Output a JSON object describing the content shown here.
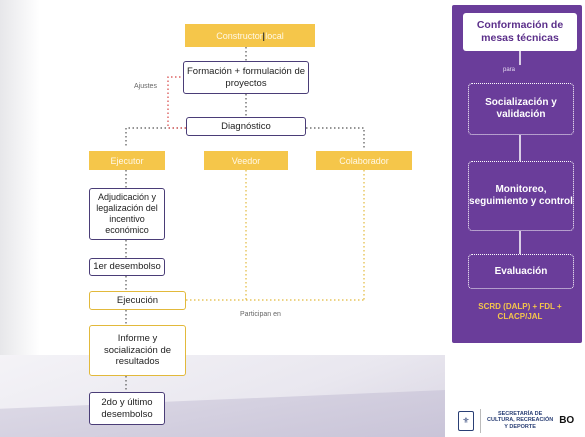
{
  "flowchart": {
    "top_bar": "Constructor local",
    "formacion": "Formación + formulación de proyectos",
    "ajustes": "Ajustes",
    "diagnostico": "Diagnóstico",
    "columns": [
      "Ejecutor",
      "Veedor",
      "Colaborador"
    ],
    "steps": [
      "Adjudicación y legalización del incentivo económico",
      "1er desembolso",
      "Ejecución",
      "Informe y socialización de resultados",
      "2do y último desembolso"
    ],
    "participan": "Participan en"
  },
  "panel": {
    "title": "Conformación de mesas técnicas",
    "para": "para",
    "steps": [
      "Socialización y validación",
      "Monitoreo, seguimiento y control",
      "Evaluación"
    ],
    "footer": "SCRD (DALP) + FDL + CLACP/JAL"
  },
  "logo": {
    "org_line1": "SECRETARÍA DE",
    "org_line2": "CULTURA, RECREACIÓN",
    "org_line3": "Y DEPORTE",
    "brand": "BO"
  },
  "colors": {
    "yellow": "#f5c64a",
    "purple": "#6a3d9a",
    "navy": "#4a3d77",
    "red": "#d64545"
  }
}
